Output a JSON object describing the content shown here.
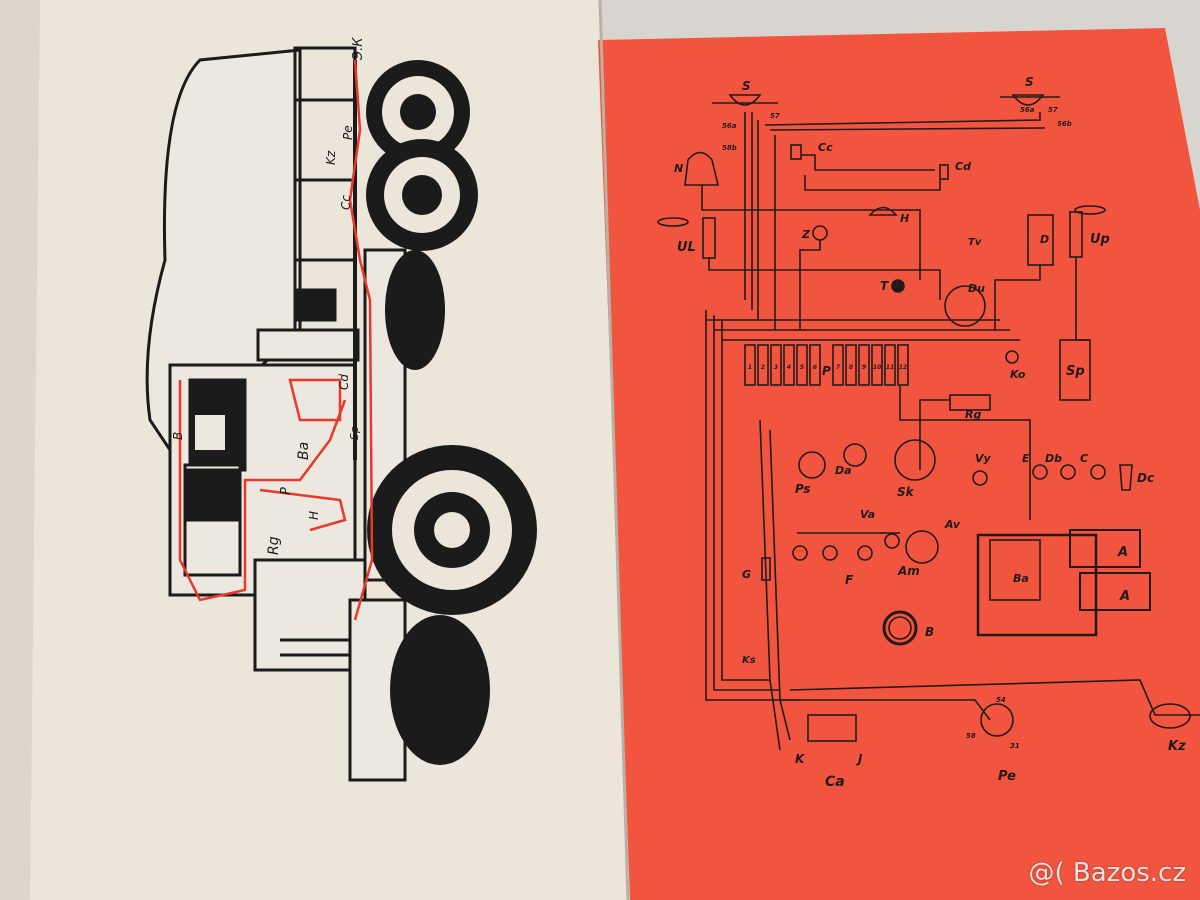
{
  "left_page": {
    "labels": [
      "Э.К",
      "Pe",
      "Kz",
      "Cc",
      "Ba",
      "Cd",
      "Sp",
      "Rg",
      "P",
      "H",
      "B"
    ]
  },
  "right_page": {
    "labels": [
      "S",
      "S",
      "56a",
      "57",
      "56a",
      "58b",
      "57",
      "56b",
      "N",
      "Cc",
      "Cd",
      "UL",
      "Z",
      "H",
      "Tv",
      "D",
      "Up",
      "T",
      "Du",
      "P",
      "Sp",
      "Ko",
      "Rg",
      "Ps",
      "Da",
      "Sk",
      "Vy",
      "E",
      "Db",
      "C",
      "Dc",
      "Va",
      "Av",
      "F",
      "Am",
      "Ba",
      "A",
      "A",
      "G",
      "B",
      "Ks",
      "K",
      "J",
      "Ca",
      "Pe",
      "54",
      "58",
      "31",
      "Kz"
    ],
    "fuse_numbers": [
      "1",
      "2",
      "3",
      "4",
      "5",
      "6",
      "7",
      "8",
      "9",
      "10",
      "11",
      "12"
    ]
  },
  "watermark": "@( Bazos.cz",
  "colors": {
    "left_page": "#ebe5da",
    "right_page": "#f2553f",
    "ink": "#231a18",
    "wiring_red": "#e8392c"
  }
}
